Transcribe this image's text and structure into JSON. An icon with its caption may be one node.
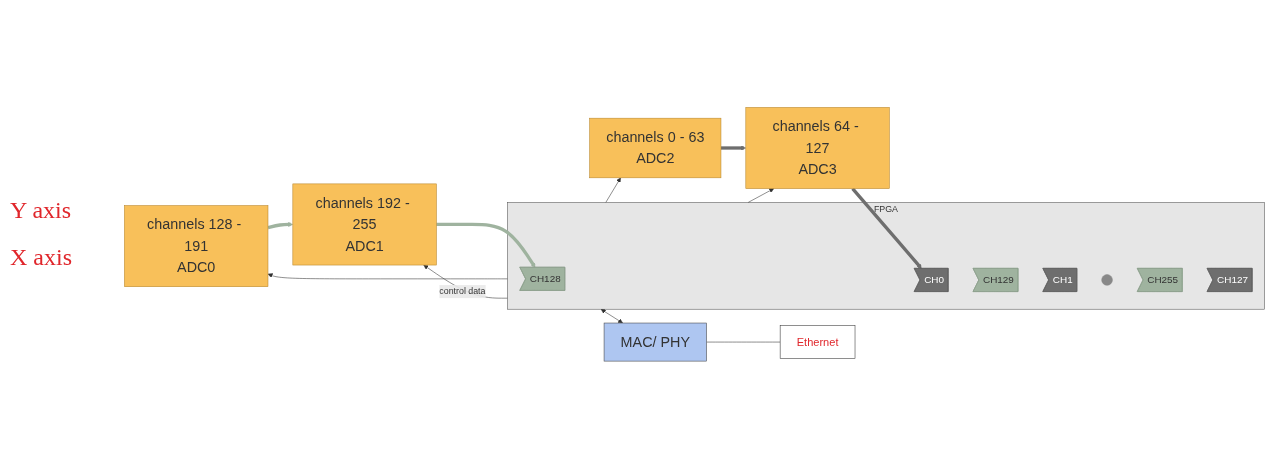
{
  "diagram": {
    "nodes": [
      {
        "text": [
          "channels 128 - 191",
          "ADC0"
        ]
      },
      {
        "text": [
          "channels 192 - 255",
          "ADC1"
        ]
      },
      {
        "text": [
          "channels 0 - 63",
          "ADC2"
        ]
      },
      {
        "text": [
          "channels 64 - 127",
          "ADC3"
        ]
      },
      {
        "text": [
          "FPGA"
        ]
      },
      {
        "text": [
          "CH128"
        ],
        "in": 4
      },
      {
        "text": [
          "CH0"
        ],
        "in": 4
      },
      {
        "text": [
          "CH129"
        ],
        "in": 4
      },
      {
        "text": [
          "CH1"
        ],
        "in": 4
      },
      {
        "text": [],
        "shape": "dots",
        "in": 4
      },
      {
        "text": [
          "CH255"
        ],
        "in": 4
      },
      {
        "text": [
          "CH127"
        ],
        "in": 4
      },
      {
        "text": [
          "MAC/ PHY"
        ]
      },
      {
        "text": [
          "Ethernet"
        ]
      }
    ],
    "edges": [
      {
        "from": 0,
        "to": 1,
        "arrow": "to",
        "style": "thick",
        "color": "#9fb39f"
      },
      {
        "from": 2,
        "to": 3,
        "arrow": "to",
        "style": "thick",
        "color": "#6e6e6e"
      },
      {
        "from": 1,
        "to": 5,
        "arrow": "to",
        "style": "thick",
        "color": "#9fb39f"
      },
      {
        "from": 3,
        "to": 6,
        "arrow": "to",
        "style": "thick",
        "color": "#6e6e6e"
      },
      {
        "from": 4,
        "to": 0,
        "arrow": "to"
      },
      {
        "from": 4,
        "to": 1,
        "arrow": "to",
        "label": "control data"
      },
      {
        "from": 4,
        "to": 2,
        "arrow": "to"
      },
      {
        "from": 4,
        "to": 3,
        "arrow": "to"
      },
      {
        "from": 4,
        "to": 12,
        "arrow": "both"
      },
      {
        "from": 12,
        "to": 13,
        "arrow": "none"
      }
    ],
    "labels": [
      "Y axis",
      "X axis"
    ]
  }
}
